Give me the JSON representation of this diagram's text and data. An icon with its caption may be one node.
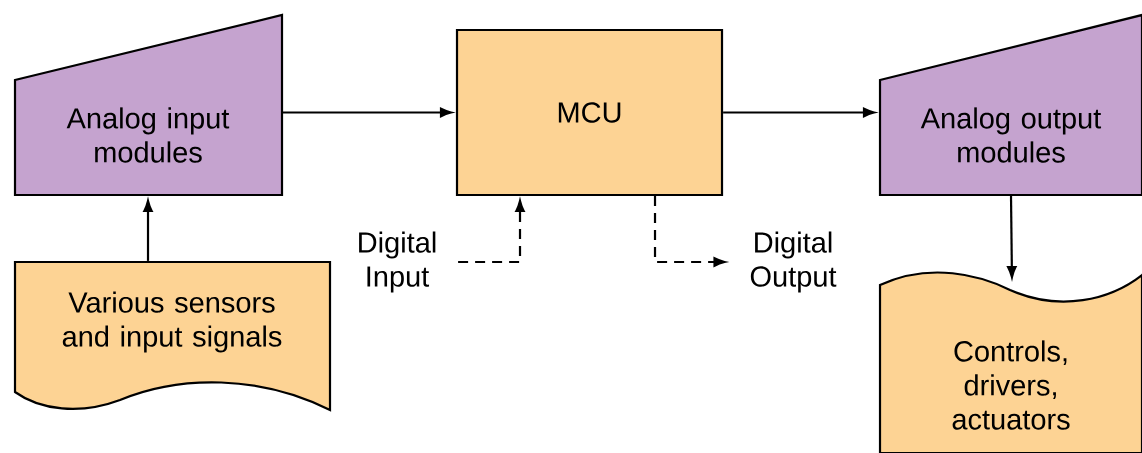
{
  "diagram": {
    "nodes": [
      {
        "text": [
          "Analog input modules"
        ]
      },
      {
        "text": [
          "MCU"
        ]
      },
      {
        "text": [
          "Analog output modules"
        ]
      },
      {
        "text": [
          "Various sensors and input signals"
        ]
      },
      {
        "text": [
          "Controls, drivers, actuators"
        ]
      },
      {
        "text": [
          "Digital Input"
        ]
      },
      {
        "text": [
          "Digital Output"
        ]
      }
    ],
    "edges": [
      {
        "from": 0,
        "to": 1,
        "arrow": "to"
      },
      {
        "from": 1,
        "to": 2,
        "arrow": "to"
      },
      {
        "from": 3,
        "to": 0,
        "arrow": "to"
      },
      {
        "from": 2,
        "to": 4,
        "arrow": "to"
      },
      {
        "from": 5,
        "to": 1,
        "arrow": "to",
        "style": "dashed"
      },
      {
        "from": 1,
        "to": 6,
        "arrow": "to",
        "style": "dashed"
      }
    ]
  }
}
